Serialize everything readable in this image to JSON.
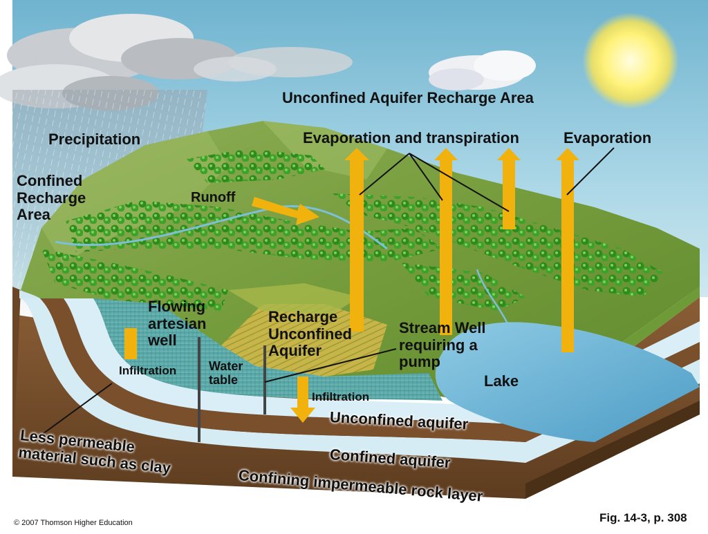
{
  "title": "Unconfined Aquifer Recharge Area",
  "labels": {
    "precipitation": "Precipitation",
    "evap_transpiration": "Evaporation and transpiration",
    "evaporation": "Evaporation",
    "confined_recharge": "Confined\nRecharge\nArea",
    "runoff": "Runoff",
    "flowing_artesian": "Flowing\nartesian\nwell",
    "recharge_unconfined": "Recharge\nUnconfined\nAquifer",
    "stream_well": "Stream Well\nrequiring a\npump",
    "infiltration_left": "Infiltration",
    "water_table": "Water\ntable",
    "infiltration_mid": "Infiltration",
    "lake": "Lake",
    "unconfined_aquifer": "Unconfined aquifer",
    "confined_aquifer": "Confined aquifer",
    "less_permeable": "Less permeable\nmaterial such as clay",
    "confining_layer": "Confining impermeable rock layer"
  },
  "footer": {
    "copyright": "© 2007 Thomson Higher Education",
    "figure": "Fig. 14-3, p. 308"
  },
  "colors": {
    "sky": "#8fc6dc",
    "arrow": "#f2b20e",
    "grass": "#6f9a38",
    "tree": "#2f8a1e",
    "aquifer": "#d9eef6",
    "soil": "#7a5230",
    "lake": "#6fb8d8"
  }
}
